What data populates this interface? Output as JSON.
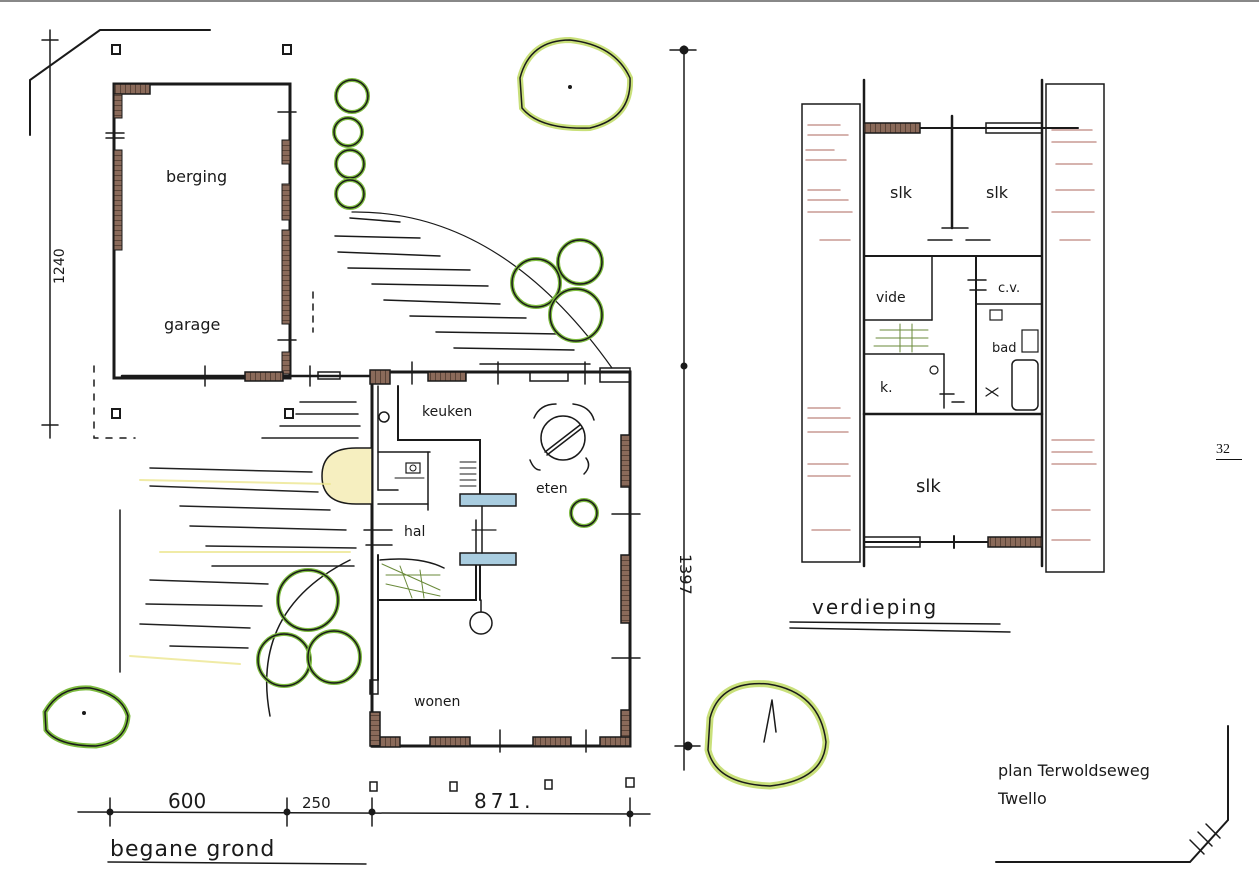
{
  "page_number": "32",
  "ground_floor": {
    "title": "begane grond",
    "rooms": {
      "berging": "berging",
      "garage": "garage",
      "keuken": "keuken",
      "eten": "eten",
      "hal": "hal",
      "wonen": "wonen"
    },
    "dimensions": {
      "garage_depth": "1240",
      "left_width": "600",
      "middle_width": "250",
      "house_width": "871.",
      "house_depth": "1397"
    }
  },
  "upper_floor": {
    "title": "verdieping",
    "rooms": {
      "slk_left": "slk",
      "slk_right": "slk",
      "vide": "vide",
      "cv": "c.v.",
      "bad": "bad",
      "k": "k.",
      "slk_bottom": "slk"
    }
  },
  "plan_caption": {
    "line1": "plan Terwoldseweg",
    "line2": "Twello"
  },
  "colors": {
    "ink": "#1a1a1a",
    "brick": "#7a5a4a",
    "window_blue": "#a9cde0",
    "tree_green": "#8cc63f",
    "hatch_yellow": "#e8e27a",
    "roof_red": "#c99a94"
  }
}
